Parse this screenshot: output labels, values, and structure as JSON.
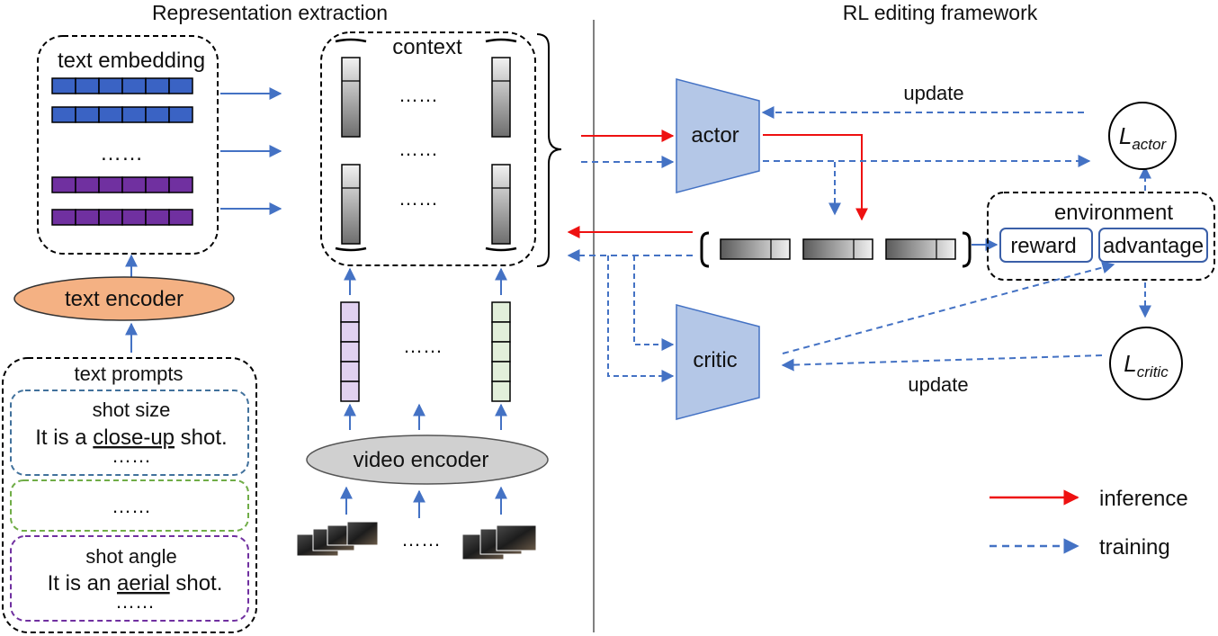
{
  "sections": {
    "left_title": "Representation extraction",
    "right_title": "RL editing framework"
  },
  "text_embedding": {
    "label": "text embedding",
    "ellipsis": "……"
  },
  "text_encoder": {
    "label": "text encoder"
  },
  "text_prompts": {
    "label": "text prompts",
    "boxes": [
      {
        "title": "shot size",
        "sentence_pre": "It is a ",
        "sentence_key": "close-up",
        "sentence_post": " shot.",
        "ellipsis": "……"
      },
      {
        "ellipsis": "……"
      },
      {
        "title": "shot angle",
        "sentence_pre": "It is an ",
        "sentence_key": "aerial",
        "sentence_post": " shot.",
        "ellipsis": "……"
      }
    ]
  },
  "context": {
    "label": "context",
    "ellipsis": "……"
  },
  "video_encoder": {
    "label": "video encoder",
    "ellipsis": "……"
  },
  "rl": {
    "actor": "actor",
    "critic": "critic",
    "environment": "environment",
    "reward": "reward",
    "advantage": "advantage",
    "update_top": "update",
    "update_bottom": "update",
    "loss_actor": {
      "base": "L",
      "sub": "actor"
    },
    "loss_critic": {
      "base": "L",
      "sub": "critic"
    }
  },
  "legend": {
    "inference": "inference",
    "training": "training"
  },
  "colors": {
    "inference": "#ee1111",
    "training": "#4472c4",
    "blue_arrow": "#4472c4",
    "embed_blue": "#3a63c4",
    "embed_purple": "#7030a0",
    "text_encoder": "#f4b183",
    "video_encoder": "#d0d0d0",
    "actor_critic": "#b4c7e7",
    "actor_critic_border": "#4472c4",
    "video_feat_purple": "#e1d1f0",
    "video_feat_green": "#e2efda",
    "prompt_blue": "#41719c",
    "prompt_green": "#70ad47",
    "prompt_purple": "#7030a0"
  }
}
